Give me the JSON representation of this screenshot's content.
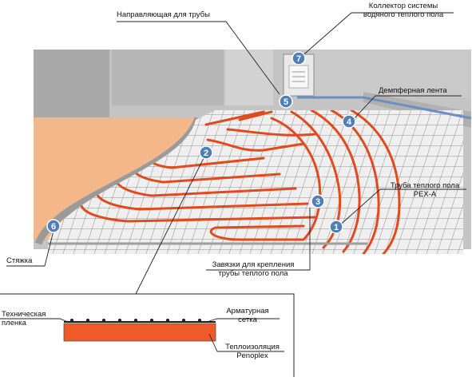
{
  "labels": {
    "guide": "Направляющая для трубы",
    "collector_1": "Коллектор системы",
    "collector_2": "водяного теплого пола",
    "damper": "Демпферная лента",
    "pipe_1": "Труба теплого пола",
    "pipe_2": "PEX-A",
    "ties_1": "Завязки для крепления",
    "ties_2": "трубы теплого пола",
    "screed": "Стяжка",
    "film_1": "Техническая",
    "film_2": "пленка",
    "mesh_1": "Арматурная",
    "mesh_2": "сетка",
    "insul_1": "Теплоизоляция",
    "insul_2": "Penoplex"
  },
  "markers": [
    "1",
    "2",
    "3",
    "4",
    "5",
    "6",
    "7"
  ],
  "colors": {
    "badge": "#4f7fb8",
    "pipe": "#e24a1e",
    "screed_fill": "#f2b686",
    "floor": "#ececec",
    "wall": "#bdbdbd",
    "insulation": "#f05a28"
  }
}
